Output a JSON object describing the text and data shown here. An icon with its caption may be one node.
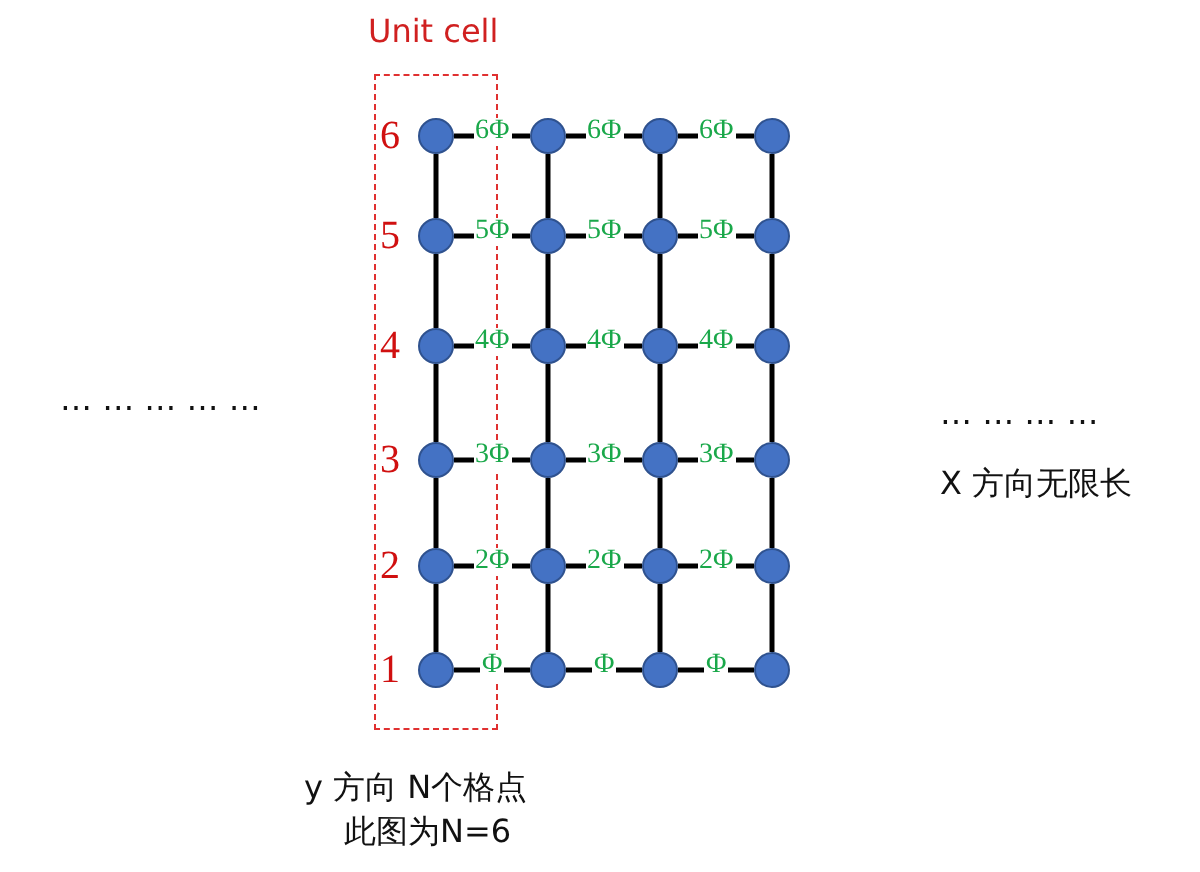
{
  "diagram": {
    "nodes": [
      {
        "text": [
          "Unit cell"
        ]
      },
      {
        "text": [],
        "shape": "circle",
        "in": 0
      },
      {
        "text": [],
        "shape": "circle"
      },
      {
        "text": [],
        "shape": "circle"
      },
      {
        "text": [],
        "shape": "circle"
      },
      {
        "text": [],
        "shape": "circle",
        "in": 0
      },
      {
        "text": [],
        "shape": "circle"
      },
      {
        "text": [],
        "shape": "circle"
      },
      {
        "text": [],
        "shape": "circle"
      },
      {
        "text": [],
        "shape": "circle",
        "in": 0
      },
      {
        "text": [],
        "shape": "circle"
      },
      {
        "text": [],
        "shape": "circle"
      },
      {
        "text": [],
        "shape": "circle"
      },
      {
        "text": [],
        "shape": "circle",
        "in": 0
      },
      {
        "text": [],
        "shape": "circle"
      },
      {
        "text": [],
        "shape": "circle"
      },
      {
        "text": [],
        "shape": "circle"
      },
      {
        "text": [],
        "shape": "circle",
        "in": 0
      },
      {
        "text": [],
        "shape": "circle"
      },
      {
        "text": [],
        "shape": "circle"
      },
      {
        "text": [],
        "shape": "circle"
      },
      {
        "text": [],
        "shape": "circle",
        "in": 0
      },
      {
        "text": [],
        "shape": "circle"
      },
      {
        "text": [],
        "shape": "circle"
      },
      {
        "text": [],
        "shape": "circle"
      }
    ],
    "edges": [
      {
        "from": 1,
        "to": 2,
        "arrow": "none",
        "label": "6Φ"
      },
      {
        "from": 2,
        "to": 3,
        "arrow": "none",
        "label": "6Φ"
      },
      {
        "from": 3,
        "to": 4,
        "arrow": "none",
        "label": "6Φ"
      },
      {
        "from": 1,
        "to": 5,
        "arrow": "none"
      },
      {
        "from": 2,
        "to": 6,
        "arrow": "none"
      },
      {
        "from": 3,
        "to": 7,
        "arrow": "none"
      },
      {
        "from": 4,
        "to": 8,
        "arrow": "none"
      },
      {
        "from": 5,
        "to": 6,
        "arrow": "none",
        "label": "5Φ"
      },
      {
        "from": 6,
        "to": 7,
        "arrow": "none",
        "label": "5Φ"
      },
      {
        "from": 7,
        "to": 8,
        "arrow": "none",
        "label": "5Φ"
      },
      {
        "from": 5,
        "to": 9,
        "arrow": "none"
      },
      {
        "from": 6,
        "to": 10,
        "arrow": "none"
      },
      {
        "from": 7,
        "to": 11,
        "arrow": "none"
      },
      {
        "from": 8,
        "to": 12,
        "arrow": "none"
      },
      {
        "from": 9,
        "to": 10,
        "arrow": "none",
        "label": "4Φ"
      },
      {
        "from": 10,
        "to": 11,
        "arrow": "none",
        "label": "4Φ"
      },
      {
        "from": 11,
        "to": 12,
        "arrow": "none",
        "label": "4Φ"
      },
      {
        "from": 9,
        "to": 13,
        "arrow": "none"
      },
      {
        "from": 10,
        "to": 14,
        "arrow": "none"
      },
      {
        "from": 11,
        "to": 15,
        "arrow": "none"
      },
      {
        "from": 12,
        "to": 16,
        "arrow": "none"
      },
      {
        "from": 13,
        "to": 14,
        "arrow": "none",
        "label": "3Φ"
      },
      {
        "from": 14,
        "to": 15,
        "arrow": "none",
        "label": "3Φ"
      },
      {
        "from": 15,
        "to": 16,
        "arrow": "none",
        "label": "3Φ"
      },
      {
        "from": 13,
        "to": 17,
        "arrow": "none"
      },
      {
        "from": 14,
        "to": 18,
        "arrow": "none"
      },
      {
        "from": 15,
        "to": 19,
        "arrow": "none"
      },
      {
        "from": 16,
        "to": 20,
        "arrow": "none"
      },
      {
        "from": 17,
        "to": 18,
        "arrow": "none",
        "label": "2Φ"
      },
      {
        "from": 18,
        "to": 19,
        "arrow": "none",
        "label": "2Φ"
      },
      {
        "from": 19,
        "to": 20,
        "arrow": "none",
        "label": "2Φ"
      },
      {
        "from": 17,
        "to": 21,
        "arrow": "none"
      },
      {
        "from": 18,
        "to": 22,
        "arrow": "none"
      },
      {
        "from": 19,
        "to": 23,
        "arrow": "none"
      },
      {
        "from": 20,
        "to": 24,
        "arrow": "none"
      },
      {
        "from": 21,
        "to": 22,
        "arrow": "none",
        "label": "Φ"
      },
      {
        "from": 22,
        "to": 23,
        "arrow": "none",
        "label": "Φ"
      },
      {
        "from": 23,
        "to": 24,
        "arrow": "none",
        "label": "Φ"
      }
    ],
    "labels": [
      "6",
      "5",
      "4",
      "… … … … …",
      "… … … …",
      "3",
      "X 方向无限长",
      "2",
      "1",
      "y 方向 N个格点",
      "此图为N=6"
    ]
  }
}
